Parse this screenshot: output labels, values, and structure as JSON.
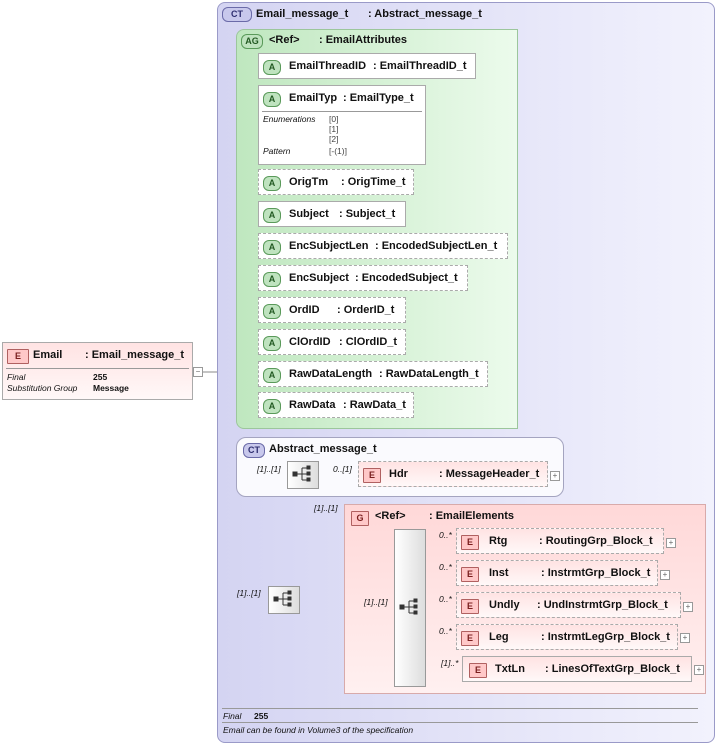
{
  "main_type": {
    "badge": "CT",
    "name": "Email_message_t",
    "base": ": Abstract_message_t"
  },
  "attr_group": {
    "badge": "AG",
    "ref": "<Ref>",
    "type": ": EmailAttributes"
  },
  "attributes": [
    {
      "badge": "A",
      "name": "EmailThreadID",
      "type": ": EmailThreadID_t"
    },
    {
      "badge": "A",
      "name": "EmailTyp",
      "type": ": EmailType_t",
      "enum_label": "Enumerations",
      "enums": [
        "[0]",
        "[1]",
        "[2]"
      ],
      "pattern_label": "Pattern",
      "pattern": "[-(1)]"
    },
    {
      "badge": "A",
      "name": "OrigTm",
      "type": ": OrigTime_t"
    },
    {
      "badge": "A",
      "name": "Subject",
      "type": ": Subject_t"
    },
    {
      "badge": "A",
      "name": "EncSubjectLen",
      "type": ": EncodedSubjectLen_t"
    },
    {
      "badge": "A",
      "name": "EncSubject",
      "type": ": EncodedSubject_t"
    },
    {
      "badge": "A",
      "name": "OrdID",
      "type": ": OrderID_t"
    },
    {
      "badge": "A",
      "name": "ClOrdID",
      "type": ": ClOrdID_t"
    },
    {
      "badge": "A",
      "name": "RawDataLength",
      "type": ": RawDataLength_t"
    },
    {
      "badge": "A",
      "name": "RawData",
      "type": ": RawData_t"
    }
  ],
  "root": {
    "badge": "E",
    "name": "Email",
    "type": ": Email_message_t",
    "final_label": "Final",
    "final_value": "255",
    "subst_label": "Substitution Group",
    "subst_value": "Message"
  },
  "abstract": {
    "badge": "CT",
    "name": "Abstract_message_t",
    "mult": "[1]..[1]",
    "hdr": {
      "badge": "E",
      "name": "Hdr",
      "type": ": MessageHeader_t",
      "mult": "0..[1]"
    }
  },
  "group": {
    "badge": "G",
    "ref": "<Ref>",
    "type": ": EmailElements",
    "group_mult": "[1]..[1]",
    "seq_mult": "[1]..[1]",
    "outer_mult": "[1]..[1]",
    "elements": [
      {
        "badge": "E",
        "name": "Rtg",
        "type": ": RoutingGrp_Block_t",
        "mult": "0..*"
      },
      {
        "badge": "E",
        "name": "Inst",
        "type": ": InstrmtGrp_Block_t",
        "mult": "0..*"
      },
      {
        "badge": "E",
        "name": "Undly",
        "type": ": UndInstrmtGrp_Block_t",
        "mult": "0..*"
      },
      {
        "badge": "E",
        "name": "Leg",
        "type": ": InstrmtLegGrp_Block_t",
        "mult": "0..*"
      },
      {
        "badge": "E",
        "name": "TxtLn",
        "type": ": LinesOfTextGrp_Block_t",
        "mult": "[1]..*"
      }
    ]
  },
  "footer": {
    "final_label": "Final",
    "final_value": "255",
    "note": "Email can be found in Volume3 of the specification"
  }
}
